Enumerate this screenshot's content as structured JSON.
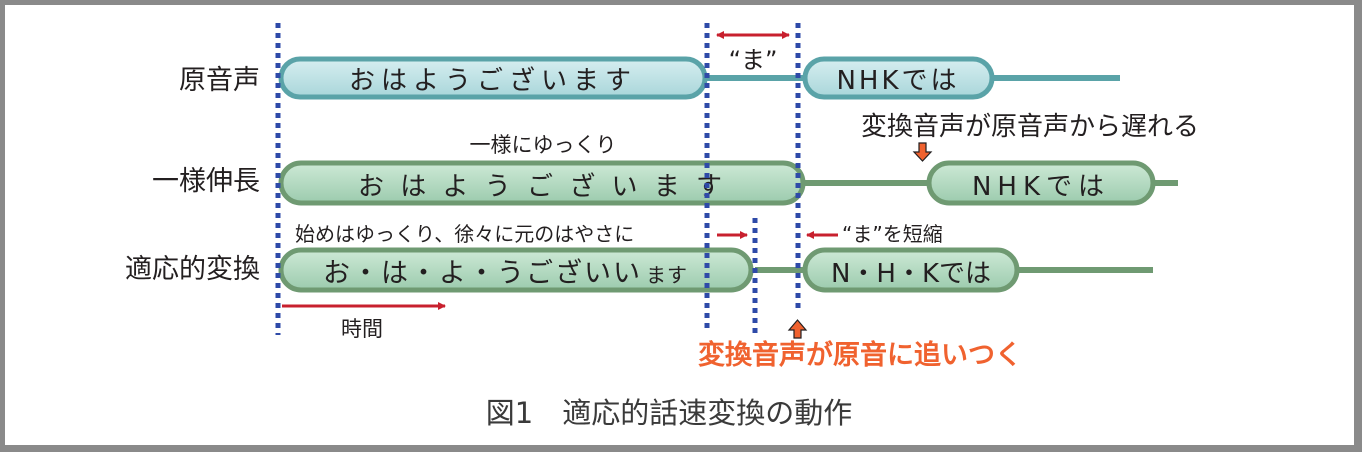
{
  "colors": {
    "original_track": "#5aa3a8",
    "original_fill_top": "#d6eef0",
    "original_fill_bottom": "#a9d6da",
    "green_track": "#6f9a72",
    "green_fill_top": "#cde9d6",
    "green_fill_bottom": "#9ccbae",
    "marker_blue": "#2e4aa8",
    "arrow_red": "#c8202e",
    "accent_orange": "#f0622f",
    "text": "#231f20"
  },
  "rows": {
    "original": {
      "label": "原音声",
      "segment1": "おはようございます",
      "segment2": "NHKでは"
    },
    "uniform": {
      "label": "一様伸長",
      "note": "一様にゆっくり",
      "segment1": "お は よ う ご ざ い ま す",
      "segment2": "NHKでは",
      "delay_note": "変換音声が原音声から遅れる"
    },
    "adaptive": {
      "label": "適応的変換",
      "note": "始めはゆっくり、徐々に元のはやさに",
      "segment1_main": "お・は・よ・うございい",
      "segment1_small": "ます",
      "segment2": "N・H・Kでは",
      "shorten_note": "“ま”を短縮"
    }
  },
  "pause_label": "“ま”",
  "time_label": "時間",
  "catch_up_note": "変換音声が原音に追いつく",
  "caption": "図1　適応的話速変換の動作"
}
